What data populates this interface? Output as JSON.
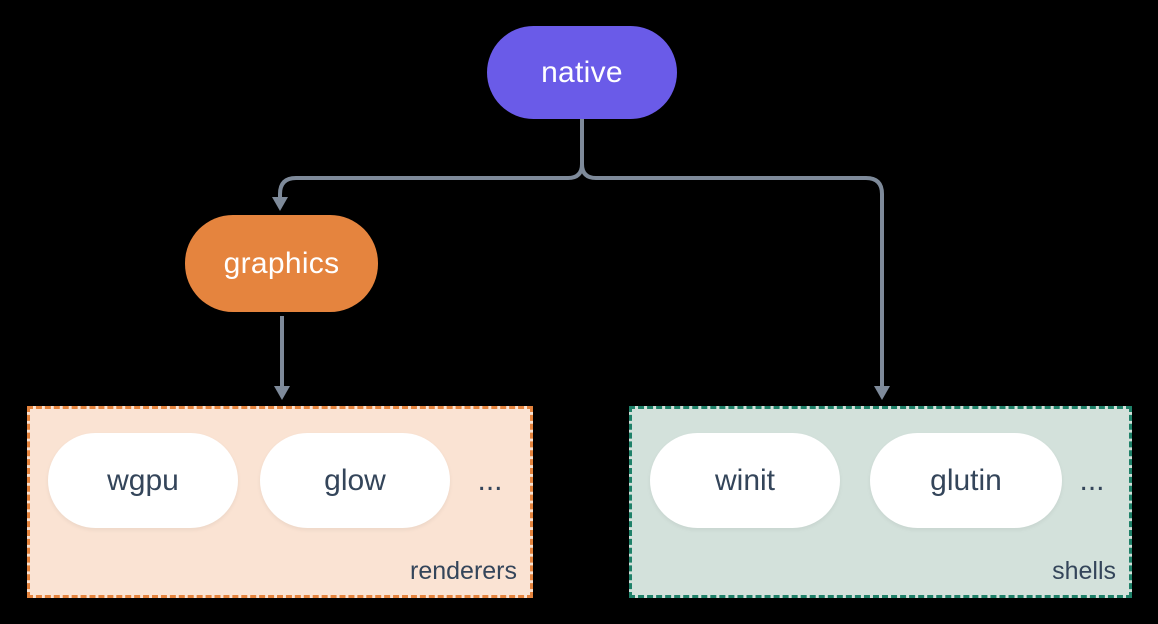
{
  "diagram": {
    "nodes": {
      "native": {
        "label": "native"
      },
      "graphics": {
        "label": "graphics"
      }
    },
    "groups": {
      "renderers": {
        "label": "renderers",
        "items": [
          {
            "label": "wgpu"
          },
          {
            "label": "glow"
          }
        ],
        "more": "..."
      },
      "shells": {
        "label": "shells",
        "items": [
          {
            "label": "winit"
          },
          {
            "label": "glutin"
          }
        ],
        "more": "..."
      }
    },
    "edges": [
      {
        "from": "native",
        "to": "graphics"
      },
      {
        "from": "native",
        "to": "shells"
      },
      {
        "from": "graphics",
        "to": "renderers"
      }
    ]
  },
  "colors": {
    "background": "#000000",
    "native-bg": "#6A5BE8",
    "graphics-bg": "#E5843E",
    "renderers-bg": "#FAE3D3",
    "renderers-border": "#E5843E",
    "shells-bg": "#D3E1DB",
    "shells-border": "#1F8169",
    "pill-bg": "#FFFFFF",
    "pill-text": "#34455A",
    "node-text": "#FFFFFF",
    "connector": "#7E8A9A"
  }
}
